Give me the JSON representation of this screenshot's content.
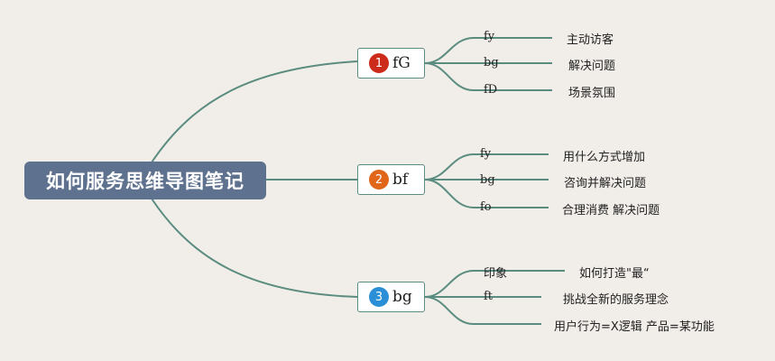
{
  "root": {
    "label": "如何服务思维导图笔记"
  },
  "branches": [
    {
      "badge": "1",
      "badge_color": "#cc2a1a",
      "label": "fG",
      "children": [
        {
          "key": "fy",
          "value": "主动访客"
        },
        {
          "key": "bg",
          "value": "解决问题"
        },
        {
          "key": "fD",
          "value": "场景氛围"
        }
      ]
    },
    {
      "badge": "2",
      "badge_color": "#e0661a",
      "label": "bf",
      "children": [
        {
          "key": "fy",
          "value": "用什么方式增加"
        },
        {
          "key": "bg",
          "value": "咨询并解决问题"
        },
        {
          "key": "fo",
          "value": "合理消费 解决问题"
        }
      ]
    },
    {
      "badge": "3",
      "badge_color": "#2a8fd6",
      "label": "bg",
      "children": [
        {
          "key": "印象",
          "value": "如何打造\"最“"
        },
        {
          "key": "ft",
          "value": "挑战全新的服务理念"
        },
        {
          "key": "",
          "value": "用户行为=X逻辑 产品=某功能"
        }
      ]
    }
  ],
  "colors": {
    "connector": "#5a8c7f",
    "root_bg": "#5e7290",
    "background": "#f1ede9"
  }
}
